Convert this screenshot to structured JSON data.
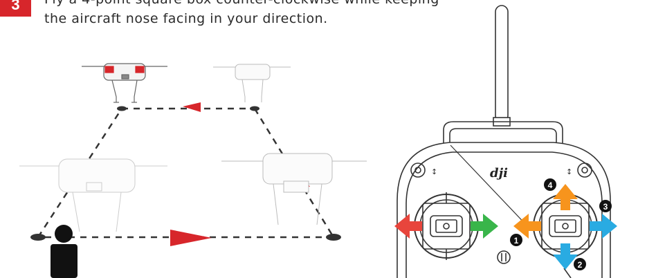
{
  "step": {
    "number": "3"
  },
  "instruction": {
    "line1": "Fly a 4-point square box counter-clockwise while keeping",
    "line2": "the  aircraft nose facing in your direction."
  },
  "remote": {
    "brand": "dji",
    "markers": [
      "1",
      "2",
      "3",
      "4"
    ]
  },
  "colors": {
    "accent_red": "#d7262b",
    "arrow_orange": "#f7941d",
    "arrow_blue": "#29abe2",
    "arrow_green": "#39b54a",
    "arrow_red": "#e8453c"
  }
}
